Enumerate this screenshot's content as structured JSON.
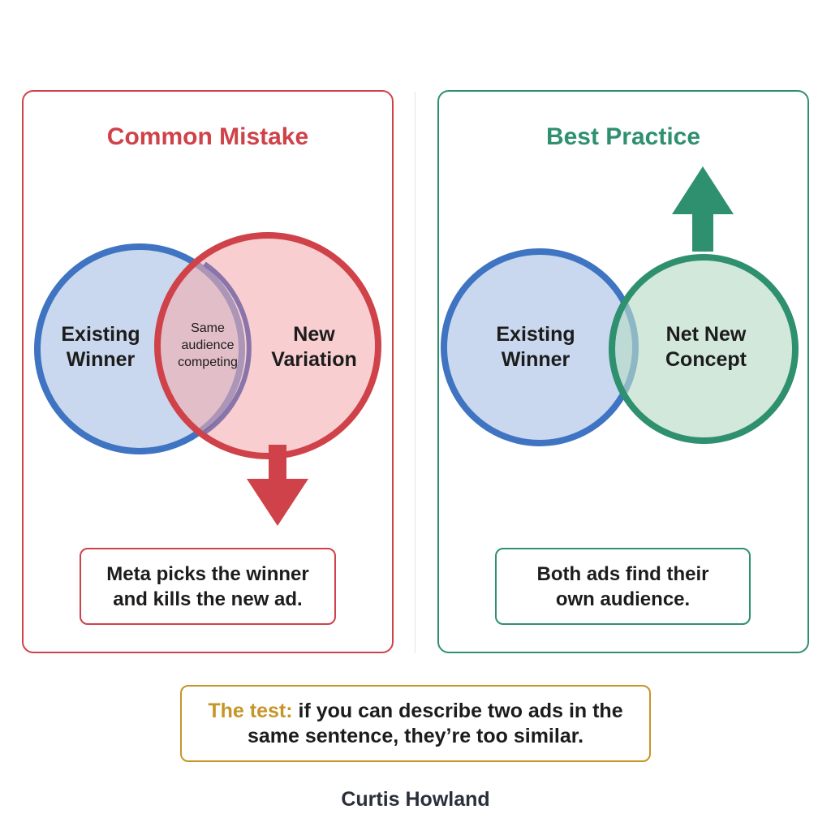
{
  "left_panel": {
    "title": "Common Mistake",
    "circle_a_label": "Existing Winner",
    "overlap_label": "Same audience competing",
    "circle_b_label": "New Variation",
    "callout": "Meta picks the winner and kills the new ad."
  },
  "right_panel": {
    "title": "Best Practice",
    "circle_a_label": "Existing Winner",
    "circle_b_label": "Net New Concept",
    "callout": "Both ads find their own audience."
  },
  "test_note": {
    "prefix": "The test:",
    "text": "if you can describe two ads in the same sentence, they’re too similar."
  },
  "author": "Curtis Howland",
  "colors": {
    "mistake": "#cf4249",
    "best_practice": "#2f9070",
    "winner_blue": "#3f74c2",
    "highlight_gold": "#c69528"
  },
  "icons": {
    "left_arrow": "arrow-down-icon",
    "right_arrow": "arrow-up-icon"
  }
}
